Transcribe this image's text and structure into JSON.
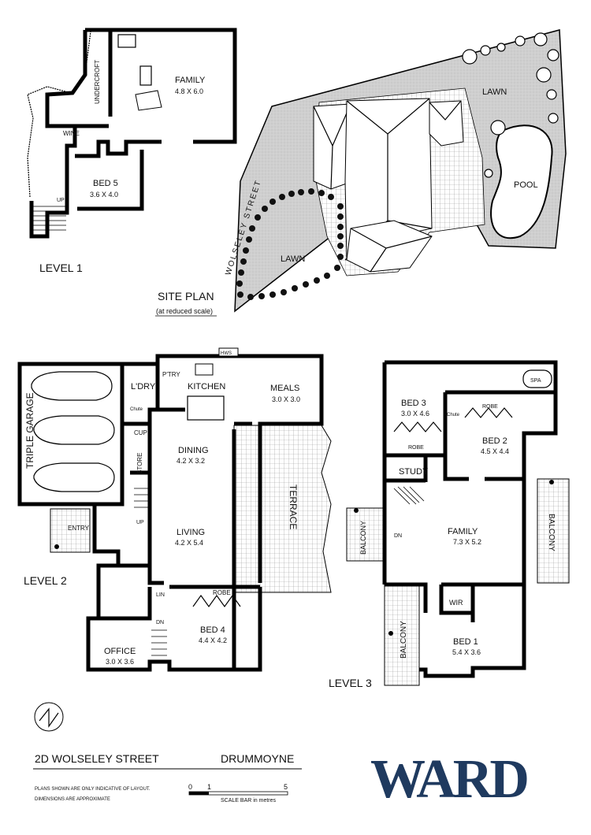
{
  "site_plan": {
    "title": "SITE PLAN",
    "subtitle": "(at reduced scale)",
    "street": "WOLSELEY STREET",
    "lawn_top": "LAWN",
    "lawn_left": "LAWN",
    "pool": "POOL"
  },
  "level1": {
    "title": "LEVEL 1",
    "family": {
      "name": "FAMILY",
      "dims": "4.8 X 6.0"
    },
    "bed5": {
      "name": "BED 5",
      "dims": "3.6 X 4.0"
    },
    "undercroft": "UNDERCROFT",
    "wine": "WINE",
    "up": "UP"
  },
  "level2": {
    "title": "LEVEL 2",
    "garage": "TRIPLE GARAGE",
    "laundry": "L'DRY",
    "pantry": "P'TRY",
    "kitchen": "KITCHEN",
    "meals": {
      "name": "MEALS",
      "dims": "3.0 X 3.0"
    },
    "dining": {
      "name": "DINING",
      "dims": "4.2 X 3.2"
    },
    "living": {
      "name": "LIVING",
      "dims": "4.2 X 5.4"
    },
    "terrace": "TERRACE",
    "store": "STORE",
    "cup": "CUP",
    "entry": "ENTRY",
    "up": "UP",
    "dn": "DN",
    "lin": "LIN",
    "robe": "ROBE",
    "hws": "HWS",
    "chute": "Chute",
    "bed4": {
      "name": "BED 4",
      "dims": "4.4 X 4.2"
    },
    "office": {
      "name": "OFFICE",
      "dims": "3.0 X 3.6"
    }
  },
  "level3": {
    "title": "LEVEL 3",
    "bed3": {
      "name": "BED 3",
      "dims": "3.0 X 4.6"
    },
    "bed2": {
      "name": "BED 2",
      "dims": "4.5 X 4.4"
    },
    "bed1": {
      "name": "BED 1",
      "dims": "5.4 X 3.6"
    },
    "family": {
      "name": "FAMILY",
      "dims": "7.3 X 5.2"
    },
    "study": "STUDY",
    "robe": "ROBE",
    "wir": "WIR",
    "spa": "SPA",
    "dn": "DN",
    "balcony_left": "BALCONY",
    "balcony_right": "BALCONY",
    "balcony_bottom": "BALCONY",
    "chute": "Chute"
  },
  "footer": {
    "address": "2D WOLSELEY STREET",
    "suburb": "DRUMMOYNE",
    "disclaimer_1": "PLANS SHOWN ARE ONLY INDICATIVE OF LAYOUT.",
    "disclaimer_2": "DIMENSIONS ARE APPROXIMATE",
    "scale_0": "0",
    "scale_1": "1",
    "scale_5": "5",
    "scale_caption": "SCALE BAR in metres",
    "brand": "WARD"
  },
  "colors": {
    "brand": "#1f3a5f",
    "ink": "#000000"
  },
  "icons": [
    "north-arrow-icon",
    "car-icon",
    "tree-icon",
    "stair-icon"
  ]
}
